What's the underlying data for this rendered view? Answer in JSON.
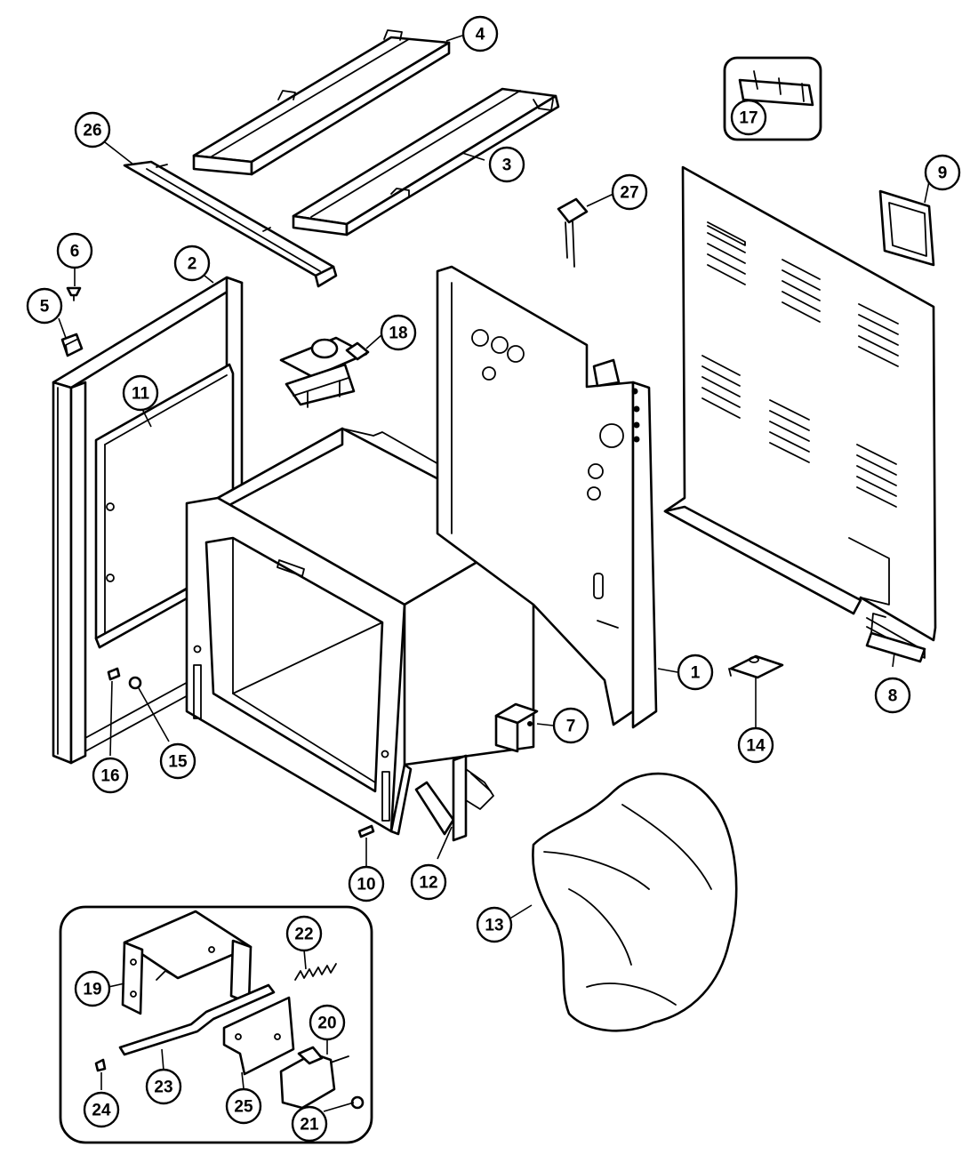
{
  "callouts": [
    {
      "id": "c1",
      "label": "1"
    },
    {
      "id": "c2",
      "label": "2"
    },
    {
      "id": "c3",
      "label": "3"
    },
    {
      "id": "c4",
      "label": "4"
    },
    {
      "id": "c5",
      "label": "5"
    },
    {
      "id": "c6",
      "label": "6"
    },
    {
      "id": "c7",
      "label": "7"
    },
    {
      "id": "c8",
      "label": "8"
    },
    {
      "id": "c9",
      "label": "9"
    },
    {
      "id": "c10",
      "label": "10"
    },
    {
      "id": "c11",
      "label": "11"
    },
    {
      "id": "c12",
      "label": "12"
    },
    {
      "id": "c13",
      "label": "13"
    },
    {
      "id": "c14",
      "label": "14"
    },
    {
      "id": "c15",
      "label": "15"
    },
    {
      "id": "c16",
      "label": "16"
    },
    {
      "id": "c17",
      "label": "17"
    },
    {
      "id": "c18",
      "label": "18"
    },
    {
      "id": "c19",
      "label": "19"
    },
    {
      "id": "c20",
      "label": "20"
    },
    {
      "id": "c21",
      "label": "21"
    },
    {
      "id": "c22",
      "label": "22"
    },
    {
      "id": "c23",
      "label": "23"
    },
    {
      "id": "c24",
      "label": "24"
    },
    {
      "id": "c25",
      "label": "25"
    },
    {
      "id": "c26",
      "label": "26"
    },
    {
      "id": "c27",
      "label": "27"
    }
  ],
  "colors": {
    "line": "#000000",
    "background": "#ffffff"
  }
}
